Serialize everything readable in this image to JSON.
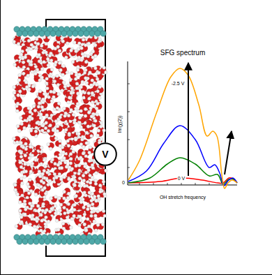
{
  "diagram": {
    "nodes": [
      {
        "text": [
          "V"
        ]
      }
    ],
    "edges": [],
    "labels": [
      "SFG spectrum",
      "Im(χ(2))",
      "-2.5 V",
      "0 V",
      "0",
      "OH stretch frequency"
    ]
  }
}
